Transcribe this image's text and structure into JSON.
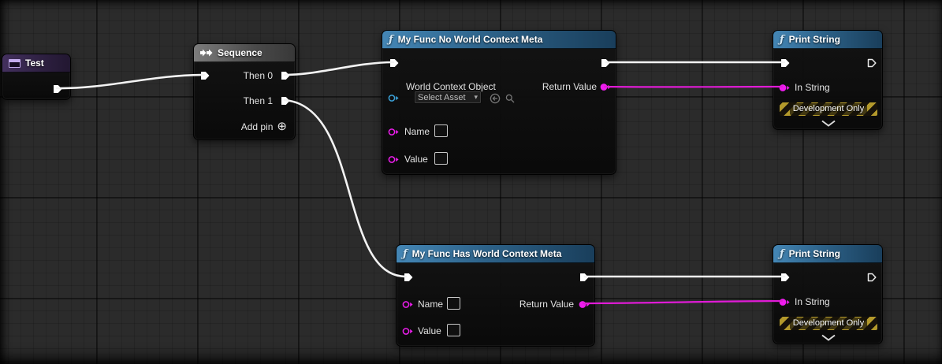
{
  "graph": {
    "nodes": {
      "test": {
        "title": "Test"
      },
      "sequence": {
        "title": "Sequence",
        "then0": "Then 0",
        "then1": "Then 1",
        "add_pin": "Add pin"
      },
      "func_no_context": {
        "title": "My Func No World Context Meta",
        "world_context_label": "World Context Object",
        "select_asset": "Select Asset",
        "name_label": "Name",
        "name_value": "",
        "value_label": "Value",
        "value_value": "",
        "return_label": "Return Value"
      },
      "func_has_context": {
        "title": "My Func Has World Context Meta",
        "name_label": "Name",
        "name_value": "",
        "value_label": "Value",
        "value_value": "",
        "return_label": "Return Value"
      },
      "print_string_top": {
        "title": "Print String",
        "in_string_label": "In String",
        "dev_only_label": "Development Only"
      },
      "print_string_bottom": {
        "title": "Print String",
        "in_string_label": "In String",
        "dev_only_label": "Development Only"
      }
    },
    "icons": {
      "function_glyph": "ƒ",
      "add_pin_glyph": "⊕",
      "caret_glyph": "▾"
    },
    "colors": {
      "exec_wire": "#f3f3f3",
      "string_wire": "#e01bd6",
      "string_pin": "#ee1dee",
      "object_pin": "#3ba1d8",
      "header_blue": "#2d6289",
      "dev_banner_yellow": "#b3992b"
    }
  }
}
